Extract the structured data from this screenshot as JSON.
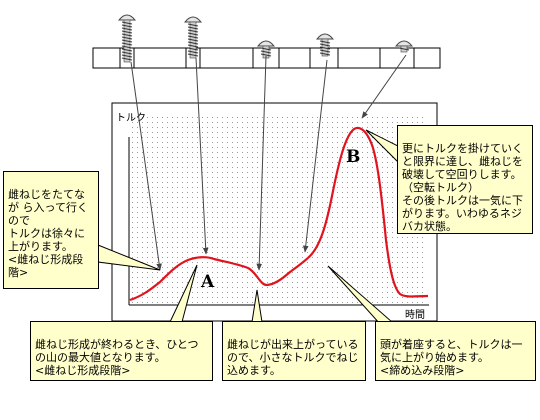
{
  "chart_data": {
    "type": "line",
    "ylabel": "トルク",
    "xlabel": "時間",
    "point_labels": [
      "A",
      "B"
    ]
  },
  "callouts": {
    "left": "雌ねじをたてなが ら入って行くので\nトルクは徐々に上がります。\n<雌ねじ形成段階>",
    "right": "更にトルクを掛けていくと限界に達し、雌ねじを破壊して空回りします。（空転トルク）\nその後トルクは一気に下がります。いわゆるネジバカ状態。",
    "bottom1": "雌ねじ形成が終わるとき、ひとつの山の最大値となります。\n<雌ねじ形成段階>",
    "bottom2": "雌ねじが出来上がっているので、小さなトルクでねじ込めます。",
    "bottom3": "頭が着座すると、トルクは一気に上がり始めます。\n<締め込み段階>"
  }
}
